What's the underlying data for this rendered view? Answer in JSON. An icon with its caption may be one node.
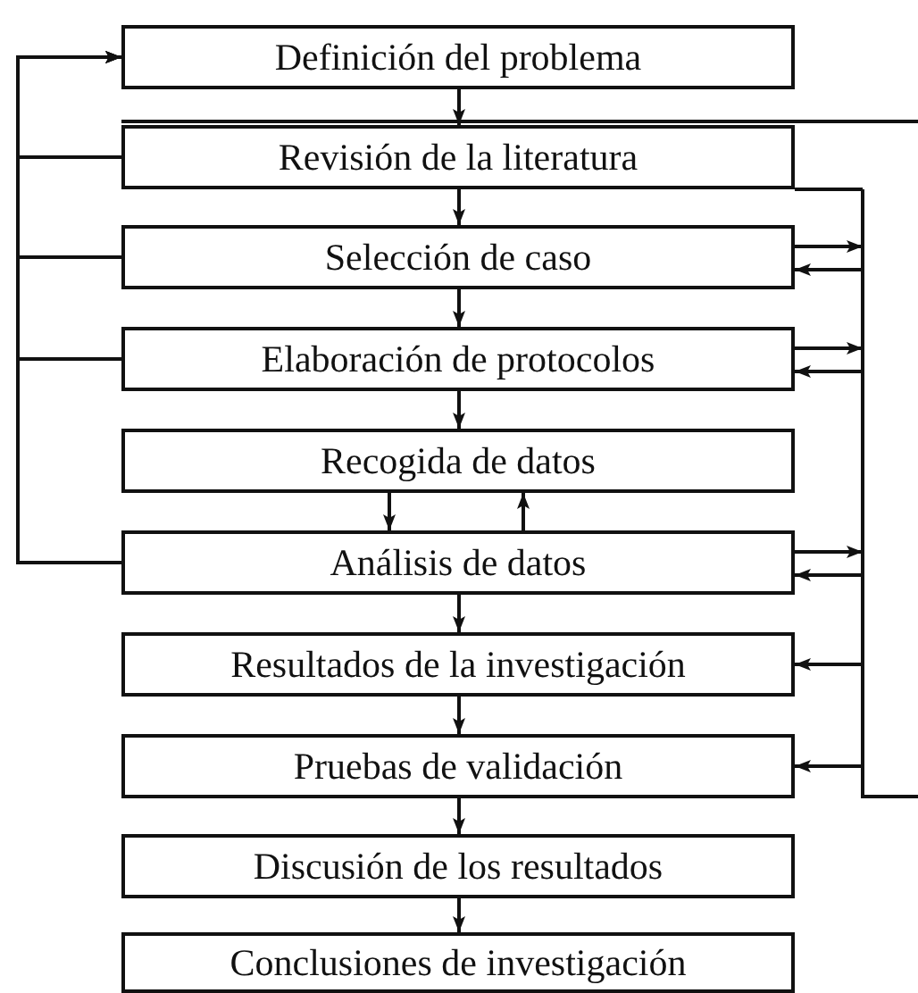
{
  "diagram": {
    "nodes": [
      {
        "text": [
          "Definición del problema"
        ]
      },
      {
        "text": [
          "Revisión de la literatura"
        ]
      },
      {
        "text": [
          "Selección de caso"
        ]
      },
      {
        "text": [
          "Elaboración de protocolos"
        ]
      },
      {
        "text": [
          "Recogida de datos"
        ]
      },
      {
        "text": [
          "Análisis de datos"
        ]
      },
      {
        "text": [
          "Resultados de la investigación"
        ]
      },
      {
        "text": [
          "Pruebas de validación"
        ]
      },
      {
        "text": [
          "Discusión de los resultados"
        ]
      },
      {
        "text": [
          "Conclusiones de investigación"
        ]
      }
    ],
    "edges": [
      {
        "from": 0,
        "to": 1,
        "arrow": "to"
      },
      {
        "from": 1,
        "to": 2,
        "arrow": "to"
      },
      {
        "from": 2,
        "to": 3,
        "arrow": "to"
      },
      {
        "from": 3,
        "to": 4,
        "arrow": "to"
      },
      {
        "from": 4,
        "to": 5,
        "arrow": "to"
      },
      {
        "from": 5,
        "to": 4,
        "arrow": "to"
      },
      {
        "from": 5,
        "to": 6,
        "arrow": "to"
      },
      {
        "from": 6,
        "to": 7,
        "arrow": "to"
      },
      {
        "from": 7,
        "to": 8,
        "arrow": "to"
      },
      {
        "from": 8,
        "to": 9,
        "arrow": "to"
      },
      {
        "from": 1,
        "to": 0,
        "arrow": "to"
      },
      {
        "from": 2,
        "to": 0,
        "arrow": "to"
      },
      {
        "from": 3,
        "to": 0,
        "arrow": "to"
      },
      {
        "from": 5,
        "to": 0,
        "arrow": "to"
      },
      {
        "from": 1,
        "to": null,
        "arrow": "none"
      },
      {
        "from": 2,
        "to": null,
        "arrow": "to"
      },
      {
        "from": null,
        "to": 2,
        "arrow": "to"
      },
      {
        "from": 3,
        "to": null,
        "arrow": "to"
      },
      {
        "from": null,
        "to": 3,
        "arrow": "to"
      },
      {
        "from": 5,
        "to": null,
        "arrow": "to"
      },
      {
        "from": null,
        "to": 5,
        "arrow": "to"
      },
      {
        "from": null,
        "to": 6,
        "arrow": "to"
      },
      {
        "from": null,
        "to": 7,
        "arrow": "to"
      }
    ]
  }
}
